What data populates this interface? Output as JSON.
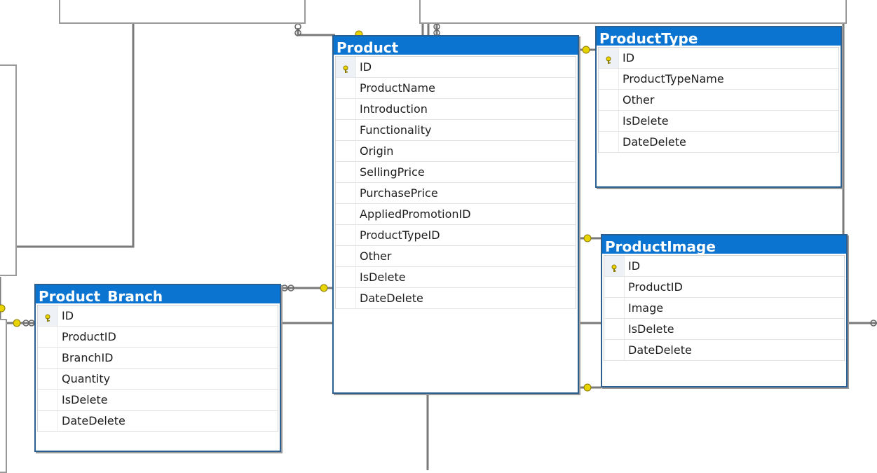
{
  "tables": {
    "product": {
      "title": "Product",
      "columns": [
        {
          "name": "ID",
          "pk": true
        },
        {
          "name": "ProductName",
          "pk": false
        },
        {
          "name": "Introduction",
          "pk": false
        },
        {
          "name": "Functionality",
          "pk": false
        },
        {
          "name": "Origin",
          "pk": false
        },
        {
          "name": "SellingPrice",
          "pk": false
        },
        {
          "name": "PurchasePrice",
          "pk": false
        },
        {
          "name": "AppliedPromotionID",
          "pk": false
        },
        {
          "name": "ProductTypeID",
          "pk": false
        },
        {
          "name": "Other",
          "pk": false
        },
        {
          "name": "IsDelete",
          "pk": false
        },
        {
          "name": "DateDelete",
          "pk": false
        }
      ]
    },
    "product_type": {
      "title": "ProductType",
      "columns": [
        {
          "name": "ID",
          "pk": true
        },
        {
          "name": "ProductTypeName",
          "pk": false
        },
        {
          "name": "Other",
          "pk": false
        },
        {
          "name": "IsDelete",
          "pk": false
        },
        {
          "name": "DateDelete",
          "pk": false
        }
      ]
    },
    "product_image": {
      "title": "ProductImage",
      "columns": [
        {
          "name": "ID",
          "pk": true
        },
        {
          "name": "ProductID",
          "pk": false
        },
        {
          "name": "Image",
          "pk": false
        },
        {
          "name": "IsDelete",
          "pk": false
        },
        {
          "name": "DateDelete",
          "pk": false
        }
      ]
    },
    "product_branch": {
      "title": "Product_Branch",
      "columns": [
        {
          "name": "ID",
          "pk": true
        },
        {
          "name": "ProductID",
          "pk": false
        },
        {
          "name": "BranchID",
          "pk": false
        },
        {
          "name": "Quantity",
          "pk": false
        },
        {
          "name": "IsDelete",
          "pk": false
        },
        {
          "name": "DateDelete",
          "pk": false
        }
      ]
    }
  },
  "colors": {
    "header": "#0b74d1",
    "border": "#2b5f8f",
    "key": "#e8d400",
    "relationship_line": "#7a7a7a"
  },
  "icons": {
    "primary_key": "key-icon",
    "one_end": "key-icon",
    "many_end": "infinity-icon"
  }
}
